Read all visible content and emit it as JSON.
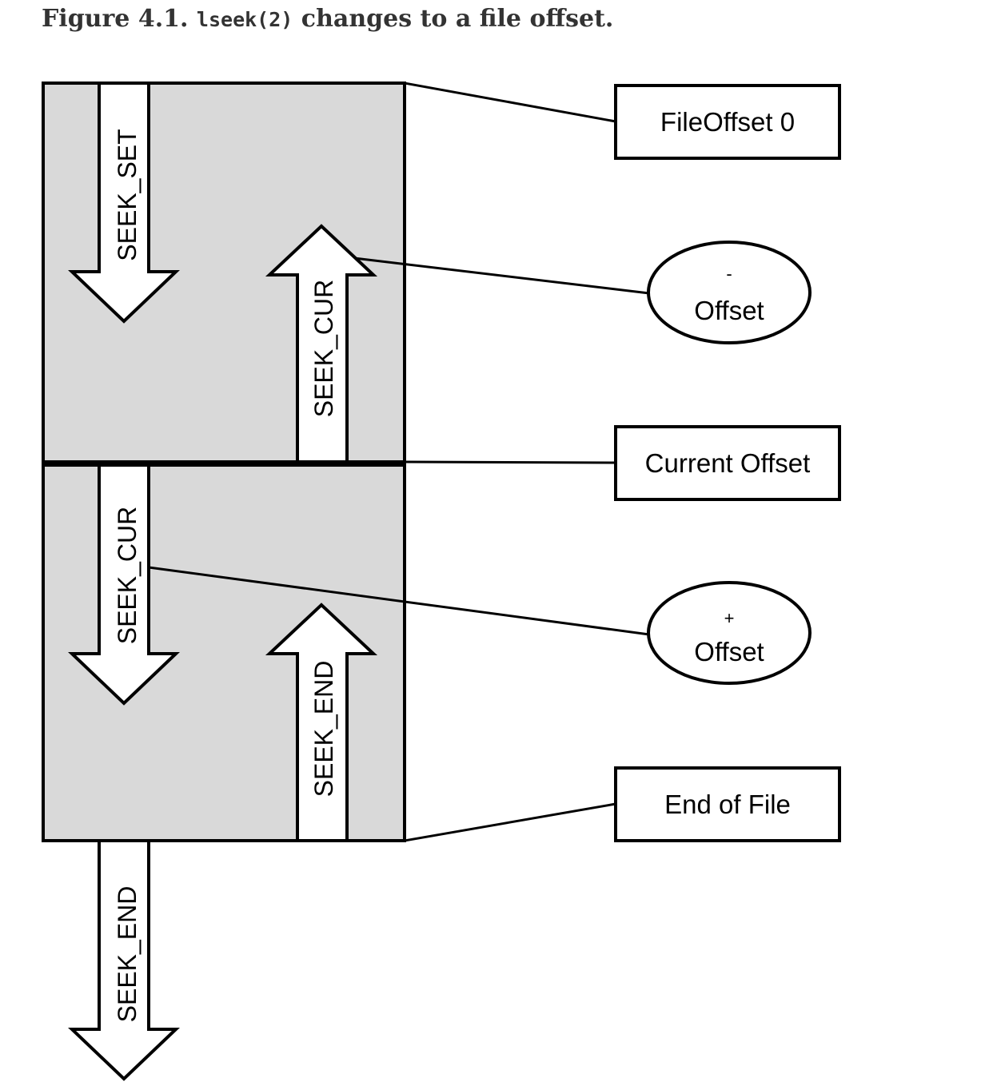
{
  "caption": {
    "prefix": "Figure 4.1.",
    "code": "lseek(2)",
    "suffix": "changes to a file offset."
  },
  "diagram": {
    "fill_color": "#d9d9d9",
    "line_color": "#000000",
    "arrows": {
      "seek_set": "SEEK_SET",
      "seek_cur_up": "SEEK_CUR",
      "seek_cur_down": "SEEK_CUR",
      "seek_end_up": "SEEK_END",
      "seek_end_down": "SEEK_END"
    },
    "labels": {
      "file_offset_0": "FileOffset 0",
      "minus_sign": "-",
      "minus_offset": "Offset",
      "current_offset": "Current Offset",
      "plus_sign": "+",
      "plus_offset": "Offset",
      "end_of_file": "End of File"
    }
  }
}
